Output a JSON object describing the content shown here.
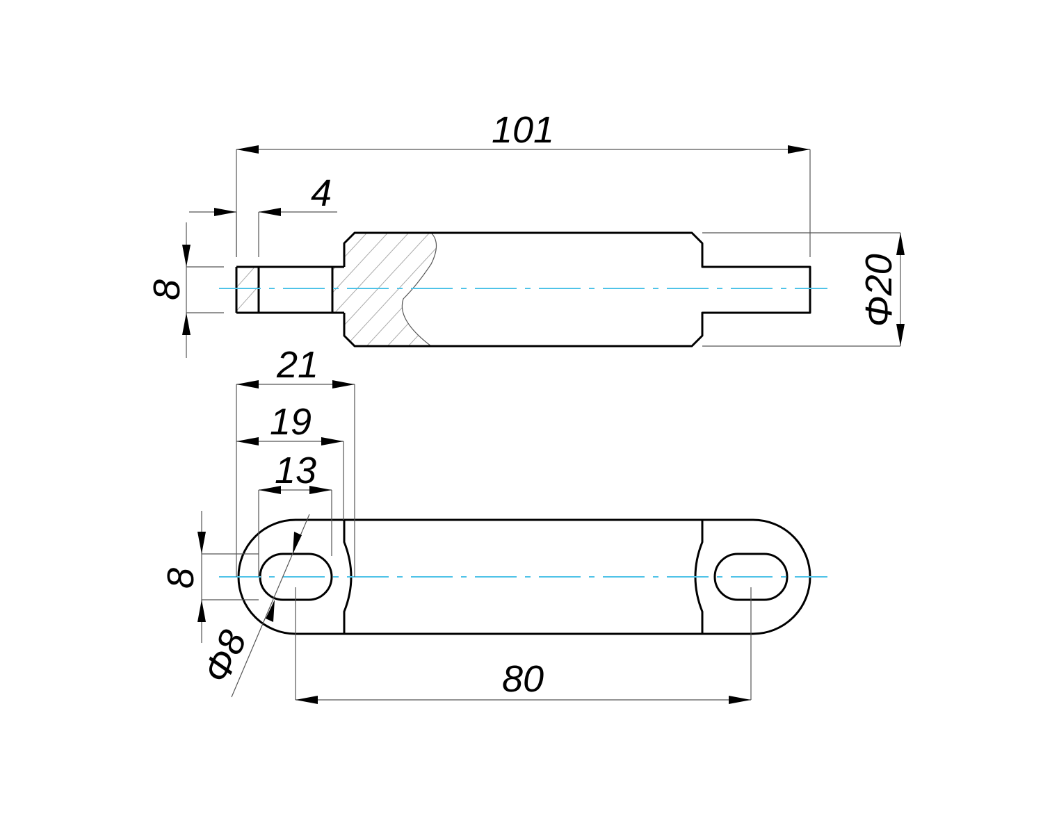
{
  "dimensions": {
    "overall_length": "101",
    "shoulder": "4",
    "shaft_height_top": "8",
    "body_diameter": "Φ20",
    "width_21": "21",
    "width_19": "19",
    "width_13": "13",
    "slot_height": "8",
    "hole_diameter": "Φ8",
    "hole_spacing": "80"
  },
  "colors": {
    "centerline": "#4fc3e8",
    "outline": "#000000"
  }
}
